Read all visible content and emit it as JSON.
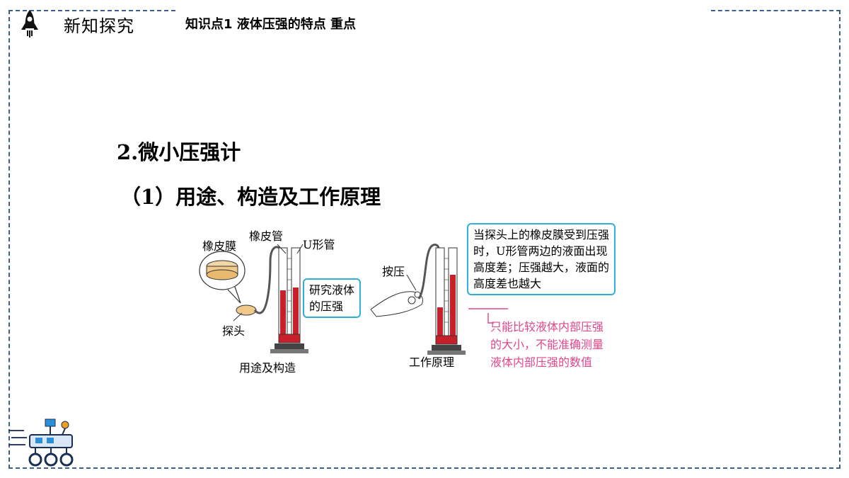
{
  "header": {
    "section_title": "新知探究",
    "subtitle": "知识点1  液体压强的特点  重点"
  },
  "content": {
    "heading": "2.微小压强计",
    "subheading": "（1）用途、构造及工作原理"
  },
  "figure_left": {
    "label_membrane": "橡皮膜",
    "label_rubber_tube": "橡皮管",
    "label_u_tube": "U形管",
    "label_probe": "探头",
    "callout_line1": "研究液体",
    "callout_line2": "的压强",
    "caption": "用途及构造"
  },
  "figure_right": {
    "label_press": "按压",
    "caption": "工作原理",
    "callout_line1": "当探头上的橡皮膜受到压强",
    "callout_line2": "时，U形管两边的液面出现",
    "callout_line3": "高度差；压强越大，液面的",
    "callout_line4": "高度差也越大"
  },
  "note": {
    "line1": "只能比较液体内部压强",
    "line2": "的大小，不能准确测量",
    "line3": "液体内部压强的数值"
  },
  "colors": {
    "frame": "#3f5f8f",
    "callout_border": "#2fb0d8",
    "liquid": "#c8202a",
    "note": "#e0468c"
  },
  "icons": [
    "rocket-icon",
    "rover-icon"
  ]
}
